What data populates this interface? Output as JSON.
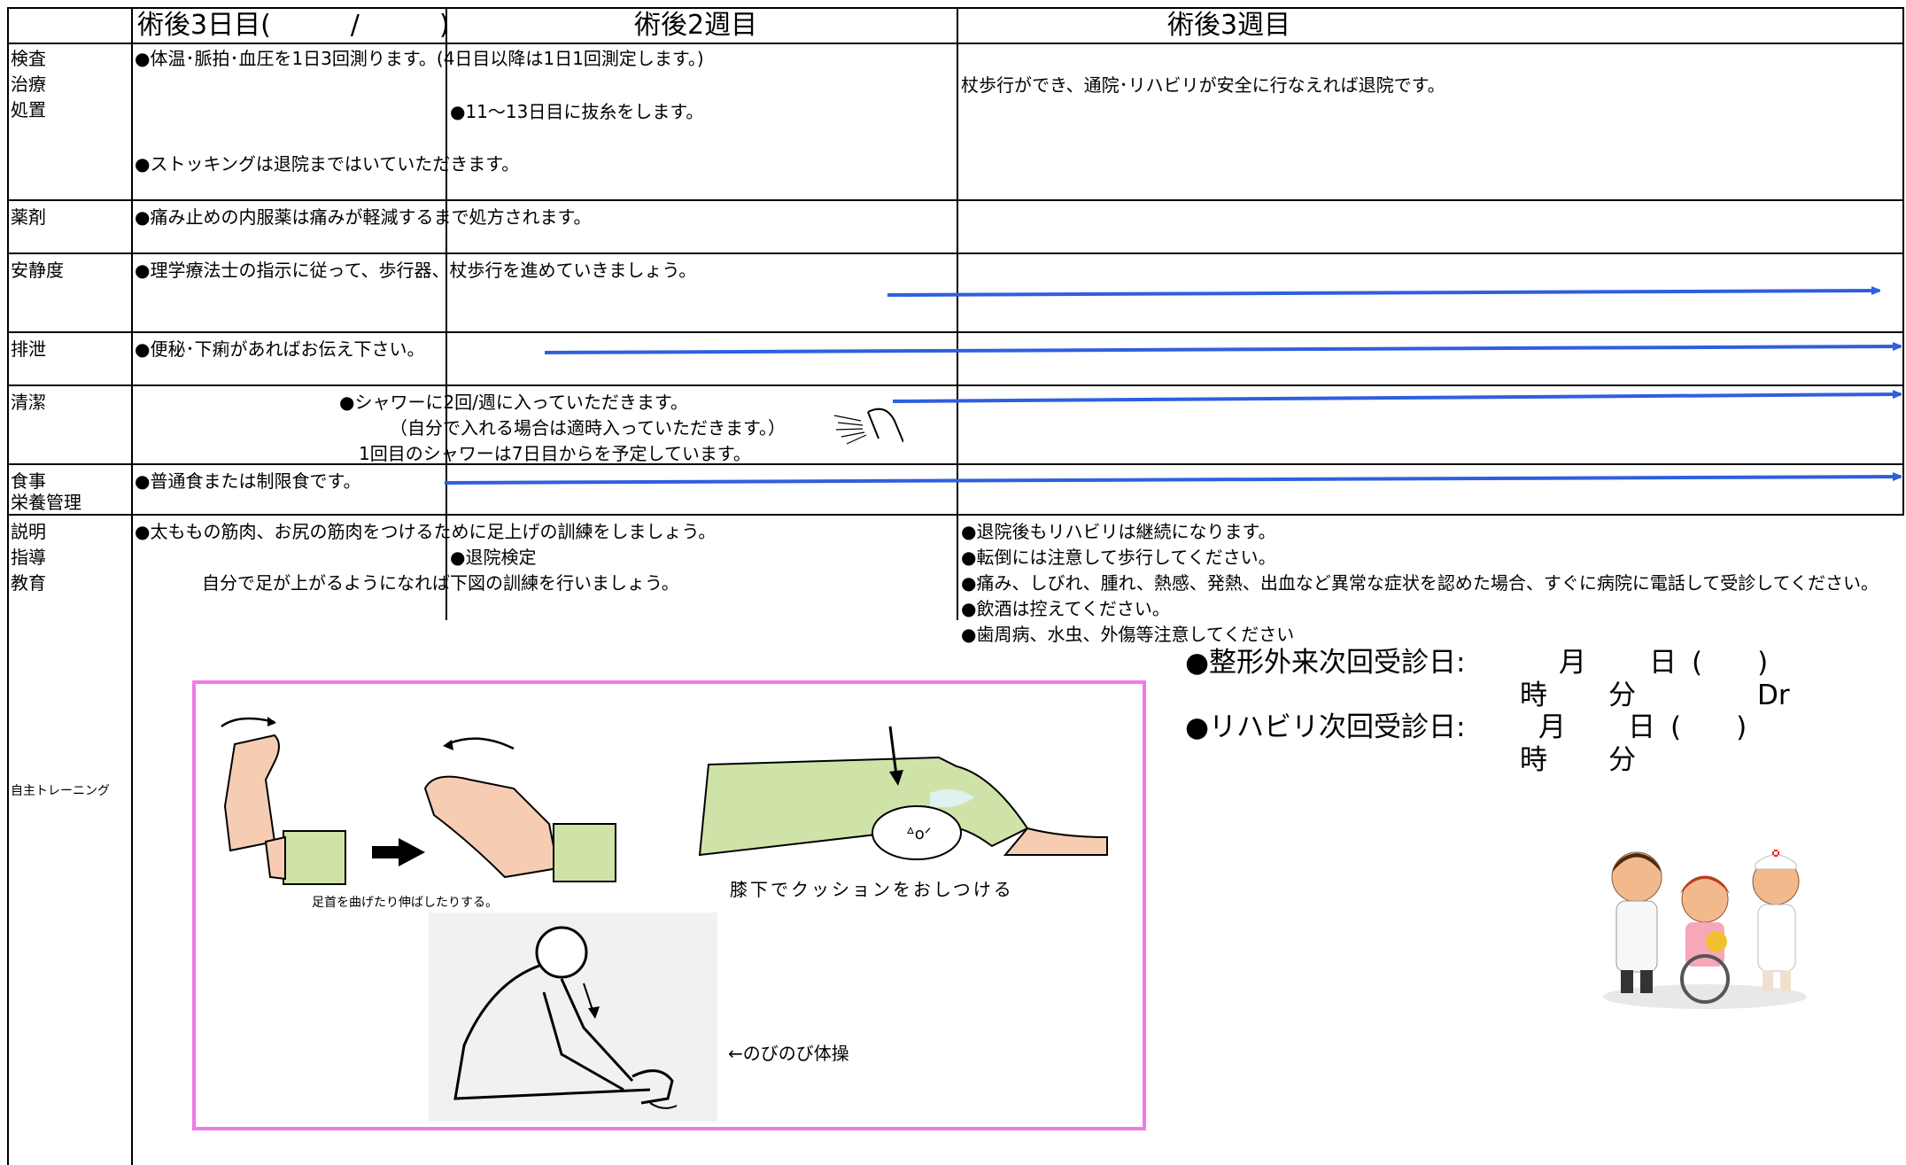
{
  "header": {
    "col1": "術後3日目(　　　/　　　)",
    "col2": "術後2週目",
    "col3": "術後3週目"
  },
  "rows": {
    "kensa": {
      "label": [
        "検査",
        "治療",
        "処置"
      ],
      "l1": "●体温･脈拍･血圧を1日3回測ります。(4日目以降は1日1回測定します。)",
      "l2": "●11～13日目に抜糸をします。",
      "l3": "●ストッキングは退院まではいていただきます。",
      "l4": "杖歩行ができ、通院･リハビリが安全に行なえれば退院です。"
    },
    "yakuzai": {
      "label": "薬剤",
      "text": "●痛み止めの内服薬は痛みが軽減するまで処方されます。"
    },
    "anseido": {
      "label": "安静度",
      "text": "●理学療法士の指示に従って、歩行器、杖歩行を進めていきましょう。"
    },
    "haisetsu": {
      "label": "排泄",
      "text": "●便秘･下痢があればお伝え下さい。"
    },
    "seiketsu": {
      "label": "清潔",
      "l1": "●シャワーに2回/週に入っていただきます。",
      "l2": "（自分で入れる場合は適時入っていただきます。）",
      "l3": "1回目のシャワーは7日目からを予定しています。"
    },
    "shokuji": {
      "label": [
        "食事",
        "栄養管理"
      ],
      "text": "●普通食または制限食です。"
    },
    "setsumei": {
      "label": [
        "説明",
        "指導",
        "教育"
      ],
      "l1": "●太ももの筋肉、お尻の筋肉をつけるために足上げの訓練をしましょう。",
      "l2": "●退院検定",
      "l3": "自分で足が上がるようになれば下図の訓練を行いましょう。",
      "r1": "●退院後もリハビリは継続になります。",
      "r2": "●転倒には注意して歩行してください。",
      "r3": "●痛み、しびれ、腫れ、熱感、発熱、出血など異常な症状を認めた場合、すぐに病院に電話して受診してください。",
      "r4": "●飲酒は控えてください。",
      "r5": "●歯周病、水虫、外傷等注意してください"
    },
    "jishu": {
      "label": "自主トレーニング"
    }
  },
  "training": {
    "ankle_caption": "足首を曲げたり伸ばしたりする。",
    "knee_caption": "膝下でクッションをおしつける",
    "stretch_caption": "←のびのび体操"
  },
  "appointments": {
    "ortho_label": "●整形外来次回受診日:",
    "rehab_label": "●リハビリ次回受診日:",
    "month": "月",
    "day": "日",
    "paren": "(　　)",
    "hour": "時",
    "minute": "分",
    "dr": "Dr"
  },
  "colors": {
    "arrow": "#2f5fe0",
    "box": "#f07ae6"
  }
}
